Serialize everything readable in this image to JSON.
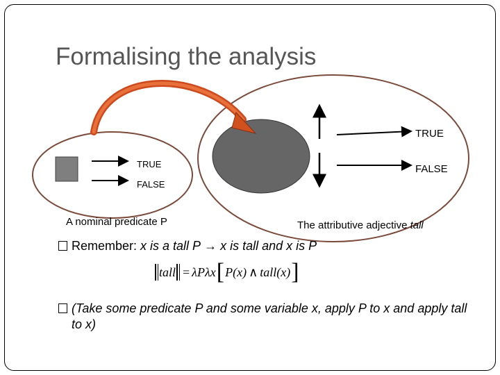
{
  "slide": {
    "title": "Formalising the analysis"
  },
  "diagram": {
    "small_set": {
      "true_label": "TRUE",
      "false_label": "FALSE",
      "caption": "A nominal predicate P"
    },
    "large_set": {
      "true_label": "TRUE",
      "false_label": "FALSE",
      "caption_prefix": "The attributive adjective ",
      "caption_word": "tall"
    },
    "colors": {
      "square_fill": "#7f7f7f",
      "disc_fill": "#666666",
      "ellipse_stroke": "#7a4a3a",
      "curved_arrow": "#cc4a1e"
    }
  },
  "bullets": [
    {
      "parts": {
        "lead": "Remember: ",
        "p1": "x is a tall P",
        "arrow": " → ",
        "p2": "x is tall and x is P"
      }
    },
    {
      "parts": {
        "open": "(Take some predicate ",
        "var_p": "P",
        "mid1": " and some variable ",
        "var_x": "x",
        "mid2": ", apply ",
        "var_p2": "P",
        "mid3": " to ",
        "var_x2": "x",
        "mid4": " and apply ",
        "var_tall": "tall",
        "mid5": " to ",
        "var_x3": "x",
        "close": ")"
      }
    }
  ],
  "formula": {
    "lhs": "tall",
    "eq": "=",
    "lambda_p": "λP",
    "lambda_x": "λx",
    "term1": "P(x)",
    "conj": "∧",
    "term2": "tall(x)"
  }
}
